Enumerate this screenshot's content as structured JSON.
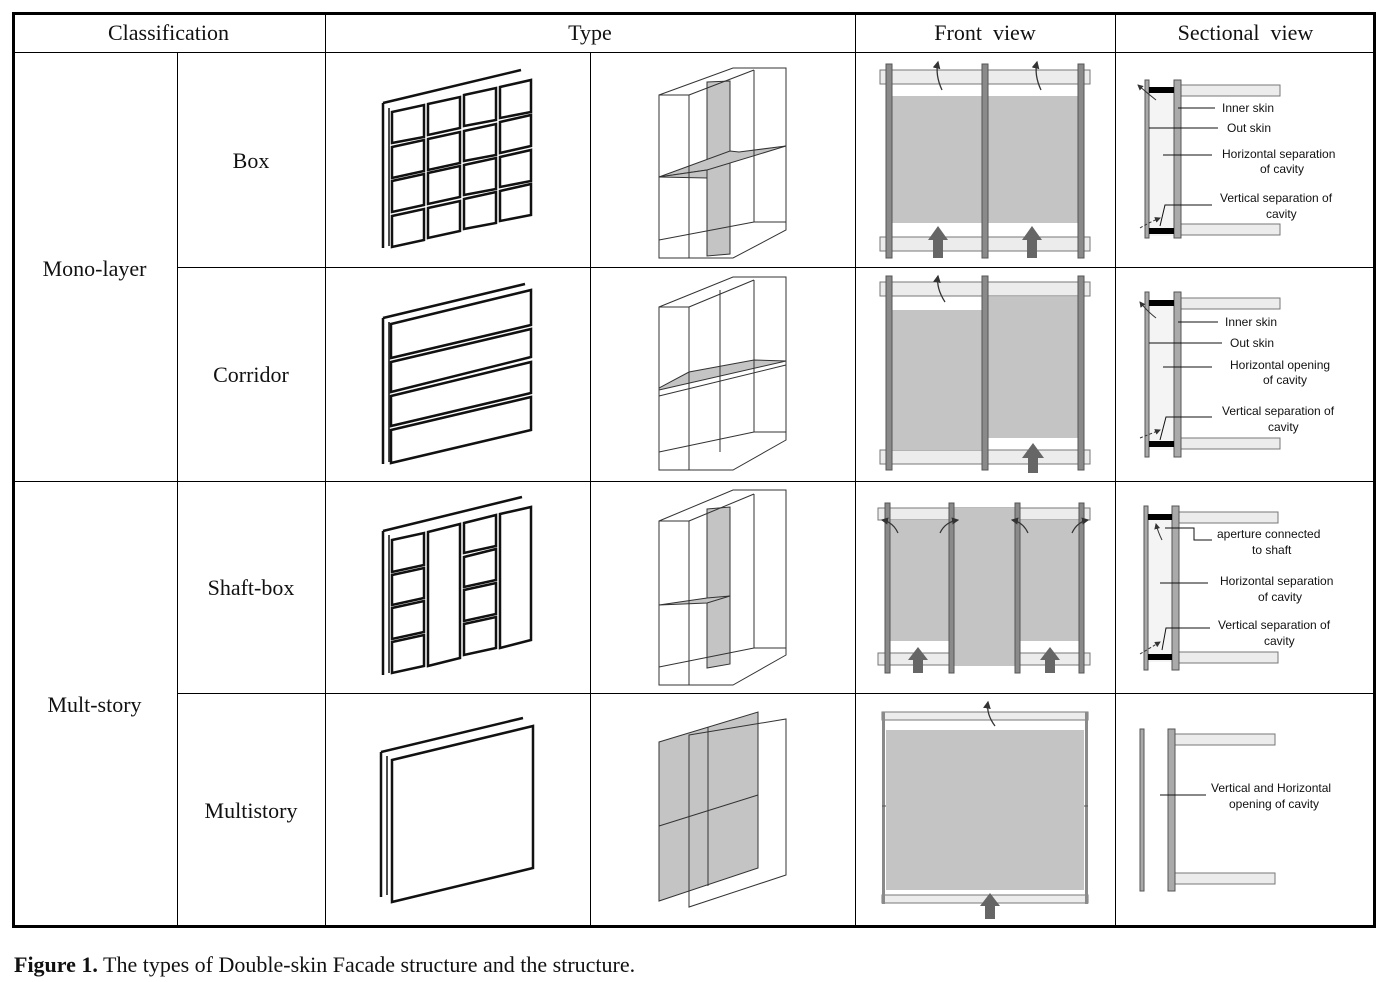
{
  "headers": {
    "classification": "Classification",
    "type": "Type",
    "front_view": "Front  view",
    "sectional_view": "Sectional  view"
  },
  "groups": [
    {
      "label": "Mono-layer"
    },
    {
      "label": "Mult-story"
    }
  ],
  "rows": [
    {
      "name": "Box",
      "callouts": [
        "Inner skin",
        "Out skin",
        "Horizontal separation",
        "of cavity",
        "Vertical separation of",
        "cavity"
      ]
    },
    {
      "name": "Corridor",
      "callouts": [
        "Inner skin",
        "Out skin",
        "Horizontal opening",
        "of cavity",
        "Vertical separation of",
        "cavity"
      ]
    },
    {
      "name": "Shaft-box",
      "callouts": [
        "aperture connected",
        "to shaft",
        "Horizontal separation",
        "of cavity",
        "Vertical separation of",
        "cavity"
      ]
    },
    {
      "name": "Multistory",
      "callouts": [
        "Vertical and Horizontal",
        "opening of cavity"
      ]
    }
  ],
  "caption": {
    "label": "Figure 1.",
    "text": "The types of Double-skin Facade structure and the structure."
  },
  "colors": {
    "line": "#111111",
    "cavity_fill": "#c4c4c4",
    "mullion": "#8a8a8a",
    "arrow": "#666666"
  }
}
